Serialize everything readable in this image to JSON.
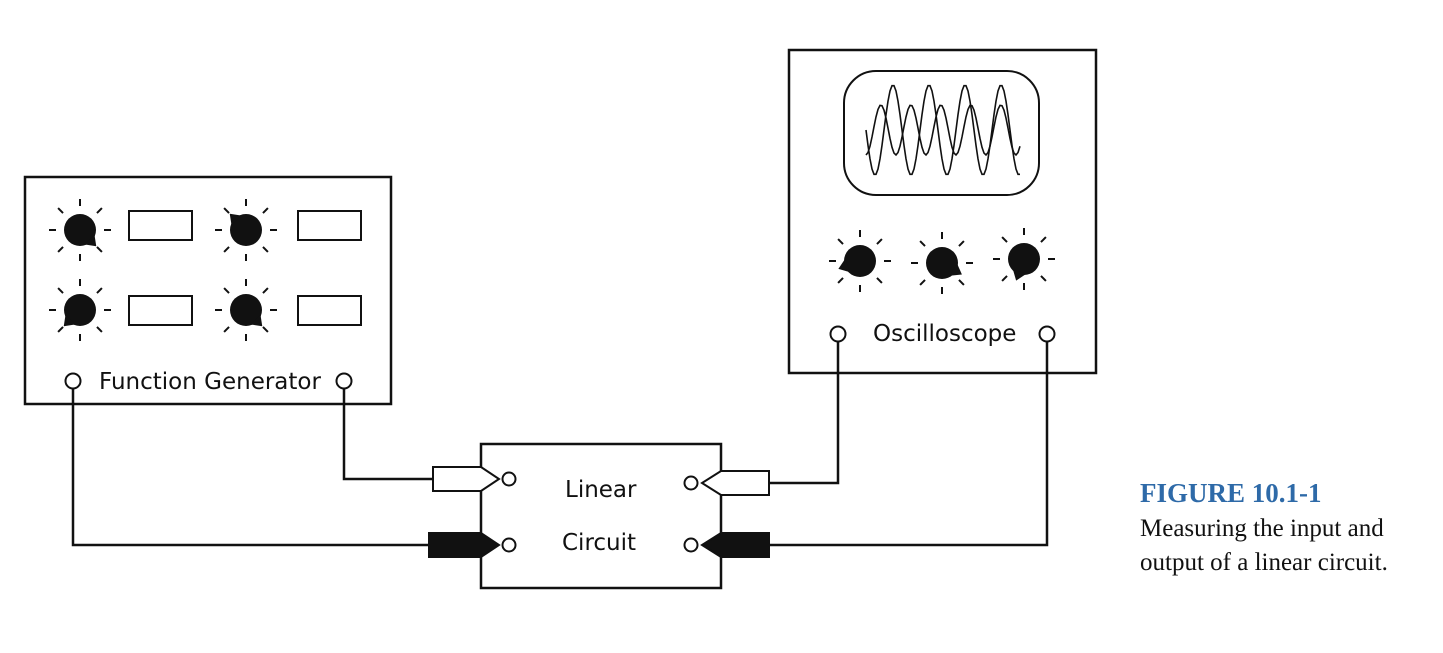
{
  "figure": {
    "title": "FIGURE 10.1-1",
    "caption_line1": "Measuring the input and",
    "caption_line2": "output of a linear circuit."
  },
  "function_generator": {
    "label": "Function Generator",
    "knob_icon": "rotary-knob-icon",
    "terminal_icon": "terminal-jack-icon"
  },
  "circuit": {
    "label_line1": "Linear",
    "label_line2": "Circuit",
    "connector_icon": "probe-connector-icon"
  },
  "oscilloscope": {
    "label": "Oscilloscope",
    "screen_icon": "sine-waveform-icon"
  },
  "colors": {
    "ink": "#111111",
    "caption_title": "#2e6aa8"
  }
}
